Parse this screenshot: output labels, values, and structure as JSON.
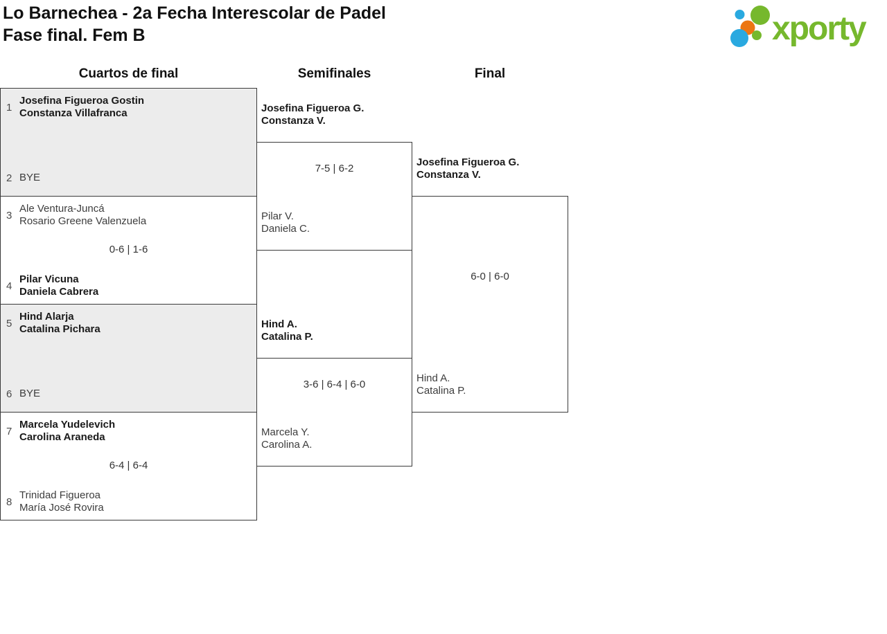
{
  "title": {
    "line1": "Lo Barnechea - 2a Fecha Interescolar de Padel",
    "line2": "Fase final. Fem B"
  },
  "logo": {
    "brand": "xporty",
    "colors": {
      "green": "#76b82d",
      "blue": "#29a9e0",
      "orange": "#ec7612"
    }
  },
  "round_headers": [
    {
      "label": "Cuartos de final"
    },
    {
      "label": "Semifinales"
    },
    {
      "label": "Final"
    }
  ],
  "colors": {
    "bye_fill": "#ececec",
    "box_border": "#3a3a3a",
    "winner_text": "#1a1a1a",
    "loser_text": "#3d3d3d",
    "seed_text": "#4a4a4a",
    "score_text": "#333333"
  },
  "bracket": {
    "rounds": [
      {
        "name": "Cuartos de final",
        "matches": [
          {
            "bye": true,
            "score": "",
            "top": {
              "seed": "1",
              "lines": [
                "Josefina Figueroa Gostin",
                "Constanza Villafranca"
              ],
              "winner": true
            },
            "bottom": {
              "seed": "2",
              "lines": [
                "BYE"
              ],
              "winner": false
            }
          },
          {
            "bye": false,
            "score": "0-6 | 1-6",
            "top": {
              "seed": "3",
              "lines": [
                "Ale Ventura-Juncá",
                "Rosario Greene Valenzuela"
              ],
              "winner": false
            },
            "bottom": {
              "seed": "4",
              "lines": [
                "Pilar Vicuna",
                "Daniela Cabrera"
              ],
              "winner": true
            }
          },
          {
            "bye": true,
            "score": "",
            "top": {
              "seed": "5",
              "lines": [
                "Hind Alarja",
                "Catalina Pichara"
              ],
              "winner": true
            },
            "bottom": {
              "seed": "6",
              "lines": [
                "BYE"
              ],
              "winner": false
            }
          },
          {
            "bye": false,
            "score": "6-4 | 6-4",
            "top": {
              "seed": "7",
              "lines": [
                "Marcela Yudelevich",
                "Carolina Araneda"
              ],
              "winner": true
            },
            "bottom": {
              "seed": "8",
              "lines": [
                "Trinidad Figueroa",
                "María José Rovira"
              ],
              "winner": false
            }
          }
        ]
      },
      {
        "name": "Semifinales",
        "matches": [
          {
            "bye": false,
            "score": "7-5 | 6-2",
            "top": {
              "lines": [
                "Josefina Figueroa G.",
                "Constanza V."
              ],
              "winner": true
            },
            "bottom": {
              "lines": [
                "Pilar V.",
                "Daniela C."
              ],
              "winner": false
            }
          },
          {
            "bye": false,
            "score": "3-6 | 6-4 | 6-0",
            "top": {
              "lines": [
                "Hind A.",
                "Catalina P."
              ],
              "winner": true
            },
            "bottom": {
              "lines": [
                "Marcela Y.",
                "Carolina A."
              ],
              "winner": false
            }
          }
        ]
      },
      {
        "name": "Final",
        "matches": [
          {
            "bye": false,
            "score": "6-0 | 6-0",
            "top": {
              "lines": [
                "Josefina Figueroa G.",
                "Constanza V."
              ],
              "winner": true
            },
            "bottom": {
              "lines": [
                "Hind A.",
                "Catalina P."
              ],
              "winner": false
            }
          }
        ]
      }
    ]
  }
}
